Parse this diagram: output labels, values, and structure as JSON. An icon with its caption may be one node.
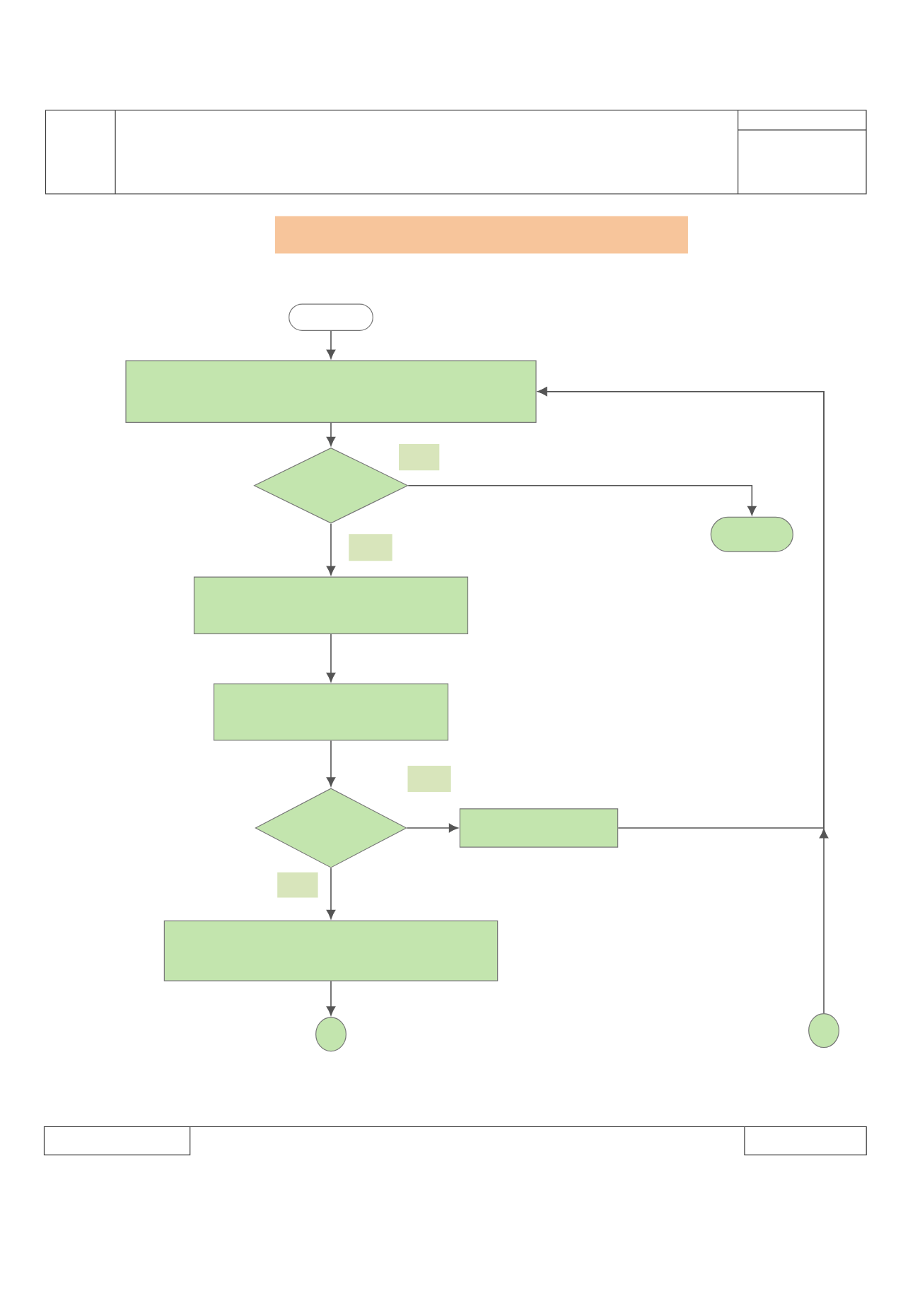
{
  "diagram": {
    "nodes": [
      {
        "text": [],
        "shape": "bar"
      },
      {
        "text": [],
        "shape": "capsule"
      },
      {
        "text": [],
        "shape": "box"
      },
      {
        "text": [],
        "shape": "diamond"
      },
      {
        "text": [],
        "shape": "capsule"
      },
      {
        "text": [],
        "shape": "box"
      },
      {
        "text": [],
        "shape": "box"
      },
      {
        "text": [],
        "shape": "diamond"
      },
      {
        "text": [],
        "shape": "box"
      },
      {
        "text": [],
        "shape": "box"
      },
      {
        "text": [],
        "shape": "circle"
      },
      {
        "text": [],
        "shape": "circle"
      }
    ],
    "edges": [
      {
        "from": 1,
        "to": 2,
        "arrow": "to"
      },
      {
        "from": 2,
        "to": 3,
        "arrow": "to"
      },
      {
        "from": 3,
        "to": 4,
        "arrow": "to"
      },
      {
        "from": 3,
        "to": 5,
        "arrow": "to"
      },
      {
        "from": 5,
        "to": 6,
        "arrow": "to"
      },
      {
        "from": 6,
        "to": 7,
        "arrow": "to"
      },
      {
        "from": 7,
        "to": 8,
        "arrow": "to"
      },
      {
        "from": 7,
        "to": 9,
        "arrow": "to"
      },
      {
        "from": 9,
        "to": 10,
        "arrow": "to"
      },
      {
        "from": 11,
        "to": 2,
        "arrow": "to"
      },
      {
        "from": 8,
        "to": 2,
        "arrow": "to"
      }
    ]
  }
}
